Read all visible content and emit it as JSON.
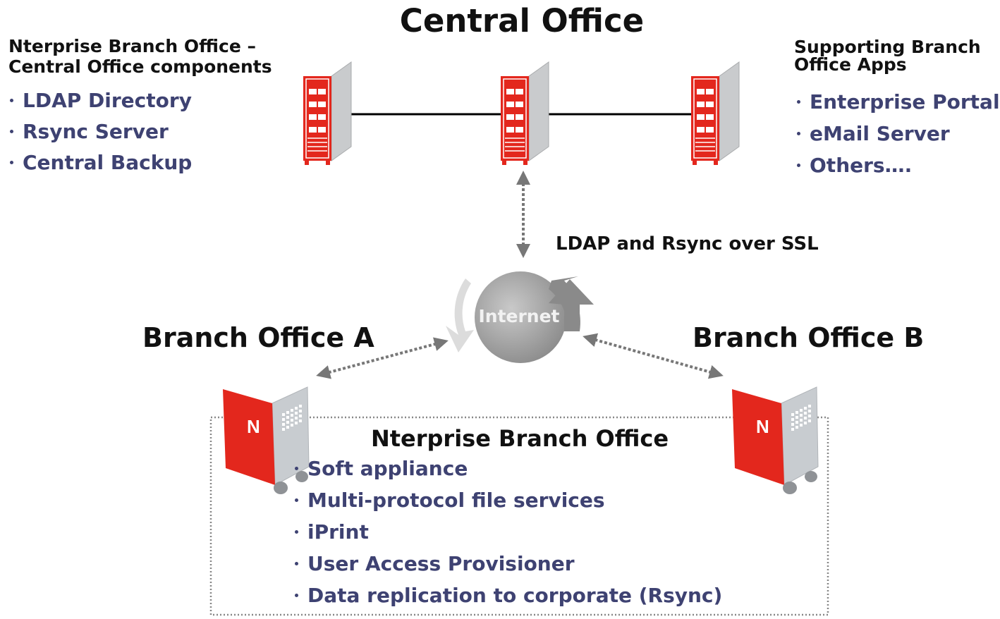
{
  "central_office": {
    "title": "Central Office",
    "left_panel": {
      "heading_line1": "Nterprise Branch Office –",
      "heading_line2": "Central Office components",
      "items": [
        "LDAP Directory",
        "Rsync Server",
        "Central Backup"
      ]
    },
    "right_panel": {
      "heading_line1": "Supporting Branch",
      "heading_line2": "Office Apps",
      "items": [
        "Enterprise Portal",
        "eMail Server",
        "Others…."
      ]
    }
  },
  "link_label": "LDAP and Rsync over SSL",
  "internet_label": "Internet",
  "branch_a": {
    "title": "Branch Office A",
    "logo_letter": "N"
  },
  "branch_b": {
    "title": "Branch Office B",
    "logo_letter": "N"
  },
  "nterprise_box": {
    "title": "Nterprise Branch Office",
    "items": [
      "Soft appliance",
      "Multi-protocol file services",
      "iPrint",
      "User Access Provisioner",
      "Data replication to corporate (Rsync)"
    ]
  },
  "colors": {
    "server_red": "#e3271d",
    "list_text": "#3e4272",
    "arrow_gray": "#777777",
    "globe_gray": "#9a9a9a"
  }
}
